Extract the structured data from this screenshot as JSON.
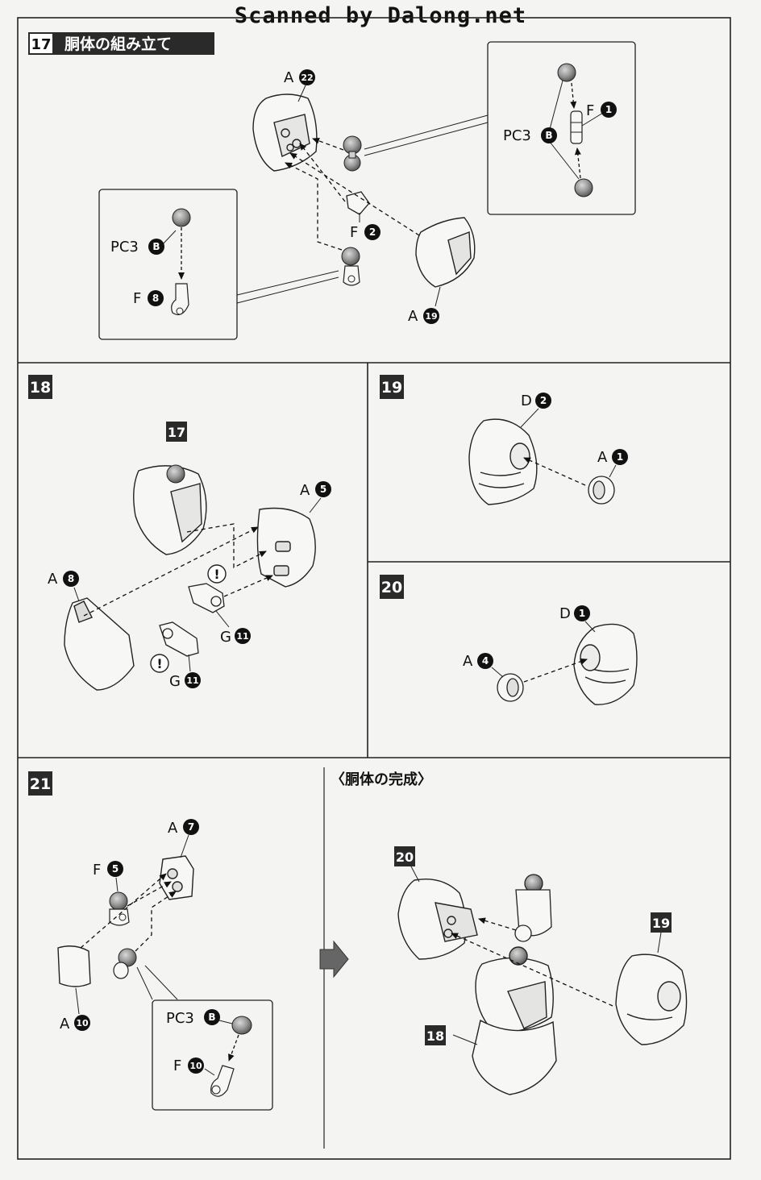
{
  "watermark": "Scanned by Dalong.net",
  "step17": {
    "number": "17",
    "title": "胴体の組み立て",
    "parts": {
      "a22": {
        "prefix": "A",
        "num": "22"
      },
      "f1": {
        "prefix": "F",
        "num": "1"
      },
      "pc3b_top": {
        "prefix": "PC3",
        "num": "B"
      },
      "f2": {
        "prefix": "F",
        "num": "2"
      },
      "pc3b_left": {
        "prefix": "PC3",
        "num": "B"
      },
      "f8": {
        "prefix": "F",
        "num": "8"
      },
      "a19": {
        "prefix": "A",
        "num": "19"
      }
    }
  },
  "step18": {
    "number": "18",
    "ref": "17",
    "parts": {
      "a5": {
        "prefix": "A",
        "num": "5"
      },
      "a8": {
        "prefix": "A",
        "num": "8"
      },
      "g11a": {
        "prefix": "G",
        "num": "11"
      },
      "g11b": {
        "prefix": "G",
        "num": "11"
      }
    },
    "warning": "!"
  },
  "step19": {
    "number": "19",
    "parts": {
      "d2": {
        "prefix": "D",
        "num": "2"
      },
      "a1": {
        "prefix": "A",
        "num": "1"
      }
    }
  },
  "step20": {
    "number": "20",
    "parts": {
      "d1": {
        "prefix": "D",
        "num": "1"
      },
      "a4": {
        "prefix": "A",
        "num": "4"
      }
    }
  },
  "step21": {
    "number": "21",
    "parts": {
      "a7": {
        "prefix": "A",
        "num": "7"
      },
      "f5": {
        "prefix": "F",
        "num": "5"
      },
      "a10": {
        "prefix": "A",
        "num": "10"
      },
      "pc3b": {
        "prefix": "PC3",
        "num": "B"
      },
      "f10": {
        "prefix": "F",
        "num": "10"
      }
    }
  },
  "complete": {
    "title": "〈胴体の完成〉",
    "ref20": "20",
    "ref19": "19",
    "ref18": "18"
  }
}
